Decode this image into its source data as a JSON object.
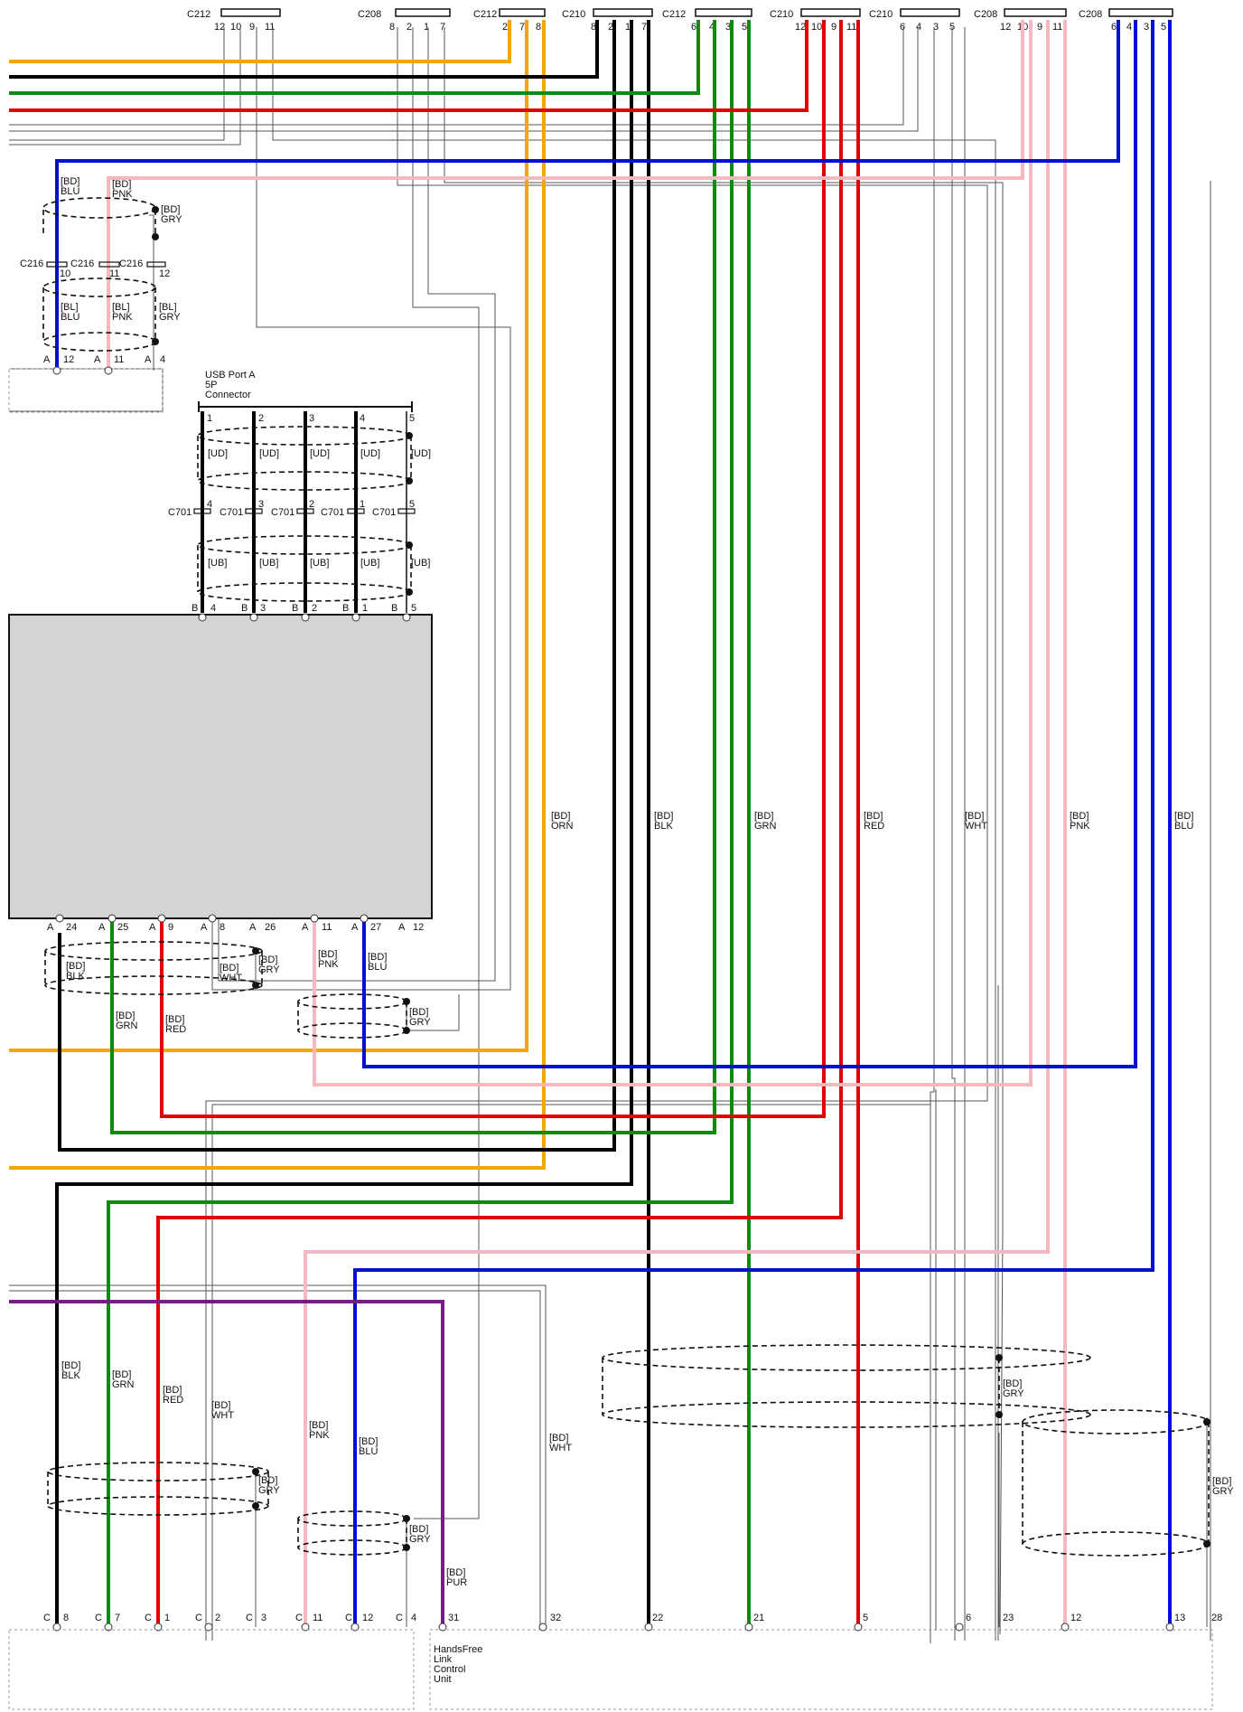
{
  "colors": {
    "ORN": "#f0a800",
    "BLK": "#000000",
    "GRN": "#108a10",
    "RED": "#e00000",
    "WHT": "#555555",
    "PNK": "#f5b8c0",
    "BLU": "#0010d0",
    "PUR": "#7a1a8a",
    "GRY": "#888888",
    "UB": "#000000",
    "module_fill": "#d4d4d4"
  },
  "top_connectors": [
    {
      "name": "C212",
      "pins": [
        "12",
        "10",
        "9",
        "11"
      ]
    },
    {
      "name": "C208",
      "pins": [
        "8",
        "2",
        "1",
        "7"
      ]
    },
    {
      "name": "C212",
      "pins": [
        "2",
        "7",
        "8"
      ]
    },
    {
      "name": "C210",
      "pins": [
        "8",
        "2",
        "1",
        "7"
      ]
    },
    {
      "name": "C212",
      "pins": [
        "6",
        "4",
        "3",
        "5"
      ]
    },
    {
      "name": "C210",
      "pins": [
        "12",
        "10",
        "9",
        "11"
      ]
    },
    {
      "name": "C210",
      "pins": [
        "6",
        "4",
        "3",
        "5"
      ]
    },
    {
      "name": "C208",
      "pins": [
        "12",
        "10",
        "9",
        "11"
      ]
    },
    {
      "name": "C208",
      "pins": [
        "6",
        "4",
        "3",
        "5"
      ]
    }
  ],
  "usb": {
    "title": "USB Port A",
    "subtitle": "5P",
    "subtitle2": "Connector",
    "pins": [
      "1",
      "2",
      "3",
      "4",
      "5"
    ],
    "upper_label": "[UD]",
    "lower_label": "[UB]",
    "inline_connector": "C701",
    "inline_pins": [
      "4",
      "3",
      "2",
      "1",
      "5"
    ],
    "module_row": "B",
    "module_pins": [
      "4",
      "3",
      "2",
      "1",
      "5"
    ]
  },
  "c216": {
    "name": "C216",
    "pins": [
      "10",
      "11",
      "12"
    ],
    "upper_labels": [
      [
        "[BD]",
        "BLU"
      ],
      [
        "[BD]",
        "PNK"
      ],
      [
        "[BD]",
        "GRY"
      ]
    ],
    "lower_labels": [
      [
        "[BL]",
        "BLU"
      ],
      [
        "[BL]",
        "PNK"
      ],
      [
        "[BL]",
        "GRY"
      ]
    ],
    "module_row": "A",
    "module_pins": [
      "12",
      "11",
      "4"
    ]
  },
  "module_a_row": {
    "row": "A",
    "pins": [
      "24",
      "25",
      "9",
      "8",
      "26",
      "11",
      "27",
      "12"
    ]
  },
  "vertical_labels": [
    [
      "[BD]",
      "ORN"
    ],
    [
      "[BD]",
      "BLK"
    ],
    [
      "[BD]",
      "GRN"
    ],
    [
      "[BD]",
      "RED"
    ],
    [
      "[BD]",
      "WHT"
    ],
    [
      "[BD]",
      "PNK"
    ],
    [
      "[BD]",
      "BLU"
    ]
  ],
  "below_a_labels": {
    "blk": [
      "[BD]",
      "BLK"
    ],
    "wht": [
      "[BD]",
      "WHT"
    ],
    "gry1": [
      "[BD]",
      "GRY"
    ],
    "pnk": [
      "[BD]",
      "PNK"
    ],
    "blu": [
      "[BD]",
      "BLU"
    ],
    "gry2": [
      "[BD]",
      "GRY"
    ],
    "grn": [
      "[BD]",
      "GRN"
    ],
    "red": [
      "[BD]",
      "RED"
    ]
  },
  "lower_labels": {
    "blk": [
      "[BD]",
      "BLK"
    ],
    "grn": [
      "[BD]",
      "GRN"
    ],
    "red": [
      "[BD]",
      "RED"
    ],
    "wht": [
      "[BD]",
      "WHT"
    ],
    "pnk": [
      "[BD]",
      "PNK"
    ],
    "blu": [
      "[BD]",
      "BLU"
    ],
    "wht2": [
      "[BD]",
      "WHT"
    ],
    "gry_a": [
      "[BD]",
      "GRY"
    ],
    "gry_b": [
      "[BD]",
      "GRY"
    ],
    "pur": [
      "[BD]",
      "PUR"
    ],
    "gry_right1": [
      "[BD]",
      "GRY"
    ],
    "gry_right2": [
      "[BD]",
      "GRY"
    ]
  },
  "c_row": {
    "row": "C",
    "pins": [
      "8",
      "7",
      "1",
      "2",
      "3",
      "11",
      "12",
      "4"
    ]
  },
  "hfl_pins": [
    "31",
    "32",
    "22",
    "21",
    "5",
    "6",
    "23",
    "12",
    "13",
    "28"
  ],
  "hfl_unit": [
    "HandsFree",
    "Link",
    "Control",
    "Unit"
  ]
}
